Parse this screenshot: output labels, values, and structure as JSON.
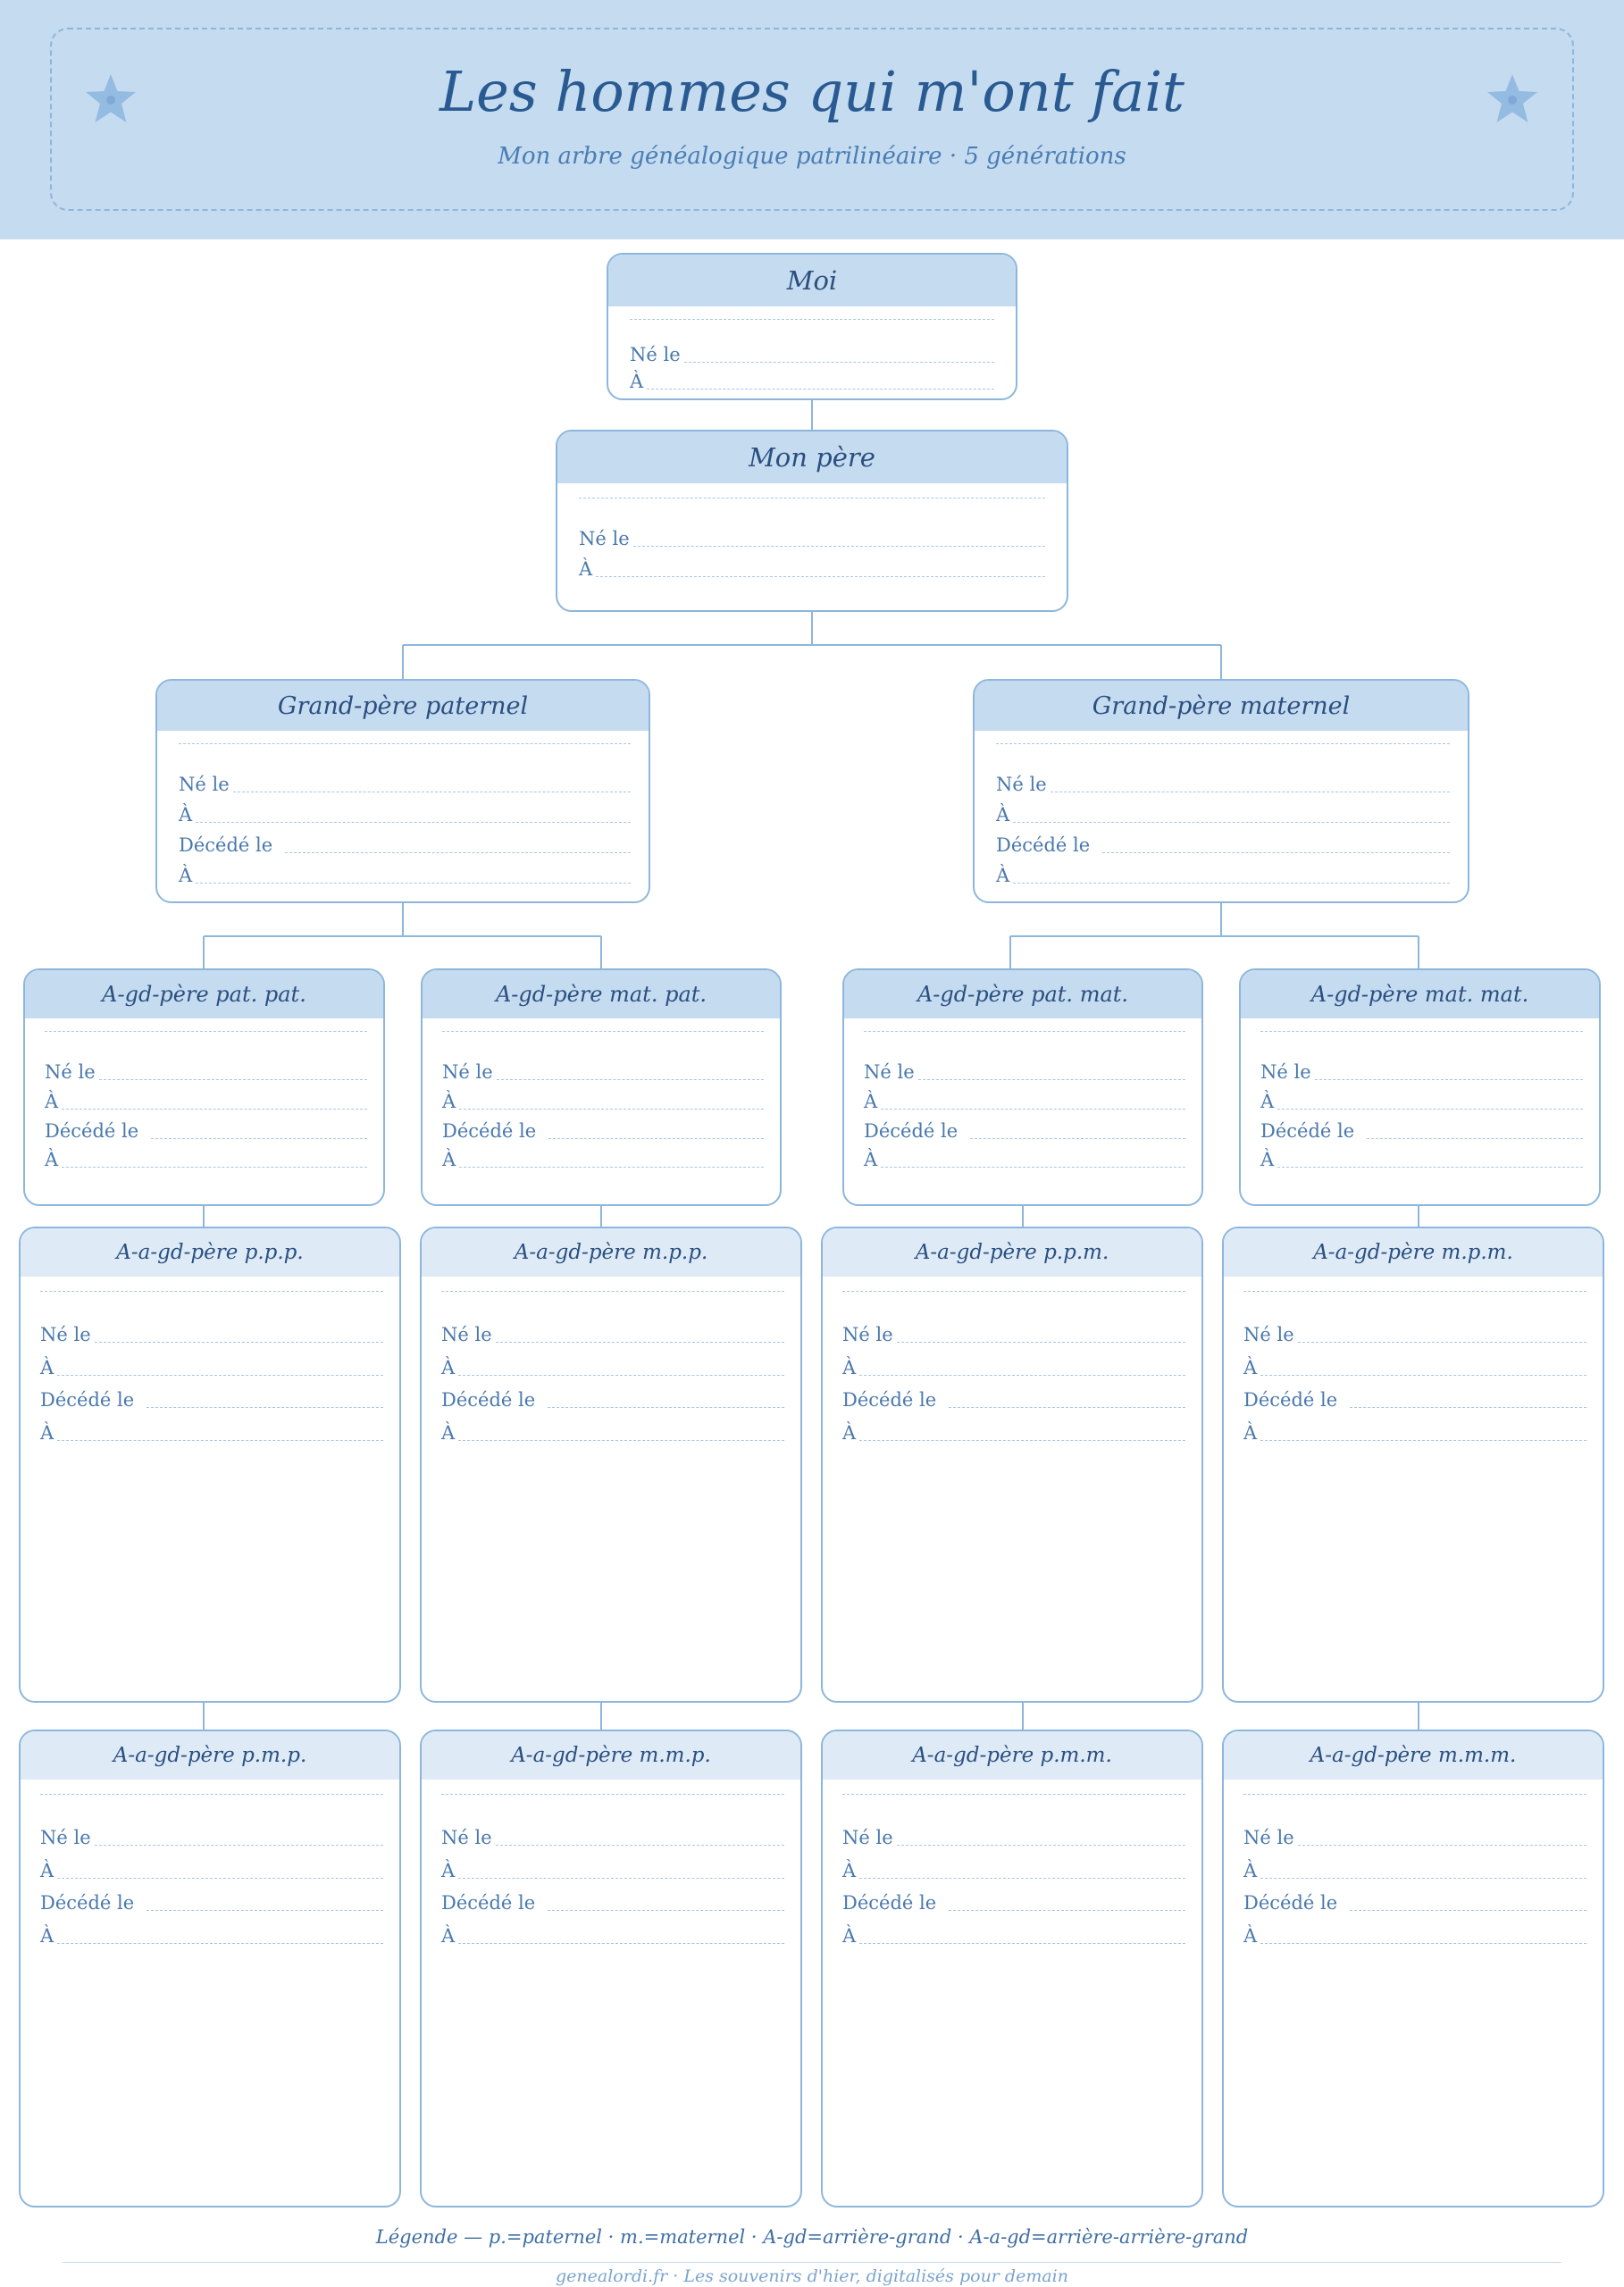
{
  "header": {
    "title": "Les hommes qui m'ont fait",
    "subtitle": "Mon arbre généalogique patrilinéaire · 5 générations"
  },
  "labels": {
    "born": "Né le",
    "at": "À",
    "died": "Décédé le"
  },
  "generations": {
    "self": [
      "Moi"
    ],
    "father": [
      "Mon père"
    ],
    "grandfathers": [
      "Grand-père paternel",
      "Grand-père maternel"
    ],
    "great_grandfathers": [
      "A-gd-père pat. pat.",
      "A-gd-père mat. pat.",
      "A-gd-père pat. mat.",
      "A-gd-père mat. mat."
    ],
    "great_great_row1": [
      "A-a-gd-père p.p.p.",
      "A-a-gd-père m.p.p.",
      "A-a-gd-père p.p.m.",
      "A-a-gd-père m.p.m."
    ],
    "great_great_row2": [
      "A-a-gd-père p.m.p.",
      "A-a-gd-père m.m.p.",
      "A-a-gd-père p.m.m.",
      "A-a-gd-père m.m.m."
    ]
  },
  "legend": "Légende — p.=paternel · m.=maternel · A-gd=arrière-grand · A-a-gd=arrière-arrière-grand",
  "footer": "genealordi.fr · Les souvenirs d'hier, digitalisés pour demain",
  "colors": {
    "header_band": "#c5dbef",
    "card_border": "#8db6dd",
    "title_text": "#2a5a92",
    "star": "#94bbe2"
  },
  "icons": [
    "star-icon",
    "star-icon"
  ]
}
